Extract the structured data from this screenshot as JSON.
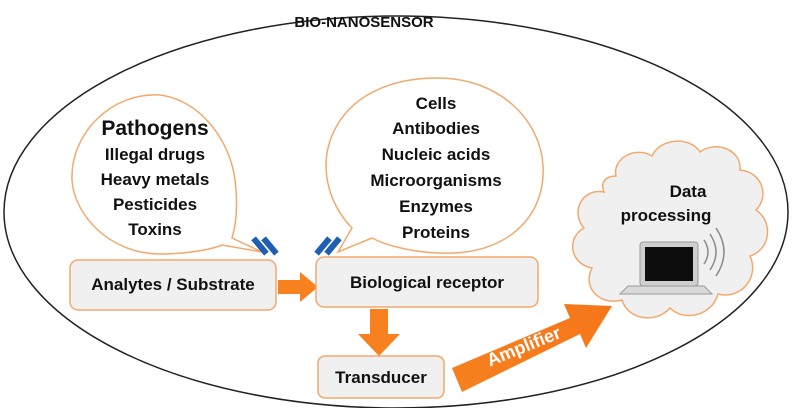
{
  "title": "BIO-NANOSENSOR",
  "analytes_bubble": {
    "heading": "Pathogens",
    "items": [
      "Illegal drugs",
      "Heavy metals",
      "Pesticides",
      "Toxins"
    ]
  },
  "receptors_bubble": {
    "items": [
      "Cells",
      "Antibodies",
      "Nucleic acids",
      "Microorganisms",
      "Enzymes",
      "Proteins"
    ]
  },
  "boxes": {
    "analytes": "Analytes / Substrate",
    "receptor": "Biological receptor",
    "transducer": "Transducer"
  },
  "amplifier_label": "Amplifier",
  "data_processing": {
    "line1": "Data",
    "line2": "processing"
  },
  "colors": {
    "box_fill": "#f0f0f0",
    "box_border": "#f2a96d",
    "arrow": "#f7811e",
    "linker": "#1f5fb3",
    "cloud": "#f0f0f0",
    "cloud_border": "#f2a96d"
  },
  "icons": {
    "laptop": "laptop-icon",
    "wifi": "wireless-signal-icon",
    "linker": "receptor-linker-icon"
  }
}
